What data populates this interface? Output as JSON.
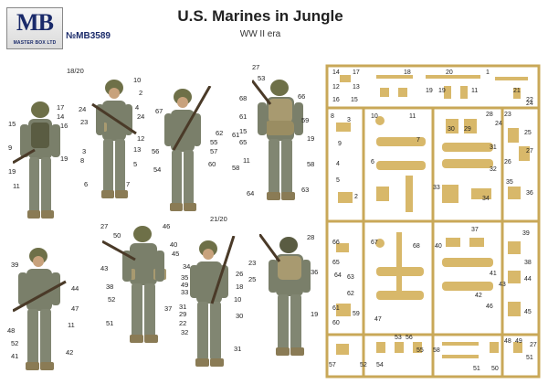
{
  "logo": {
    "mark": "MB",
    "brand": "MASTER BOX LTD"
  },
  "catalog_number": "№MB3589",
  "title": "U.S. Marines in Jungle",
  "subtitle": "WW II era",
  "figure_labels": {
    "fig1": [
      "15",
      "17",
      "14",
      "16",
      "9",
      "19",
      "11",
      "19"
    ],
    "fig2": [
      "18/20",
      "10",
      "2",
      "24",
      "23",
      "4",
      "24",
      "13",
      "12",
      "3",
      "8",
      "5",
      "7",
      "6"
    ],
    "fig3": [
      "67",
      "62",
      "55",
      "56",
      "57",
      "54",
      "60",
      "61",
      "58"
    ],
    "fig4": [
      "27",
      "53",
      "68",
      "61",
      "65",
      "66",
      "59",
      "64",
      "63",
      "11",
      "19",
      "58",
      "15"
    ],
    "fig5": [
      "39",
      "44",
      "47",
      "11",
      "48",
      "42",
      "52",
      "41"
    ],
    "fig6": [
      "27",
      "50",
      "46",
      "40",
      "43",
      "45",
      "38",
      "37",
      "22",
      "29",
      "52",
      "51",
      "49"
    ],
    "fig7": [
      "21/20",
      "34",
      "35",
      "33",
      "26",
      "30",
      "18",
      "31",
      "32",
      "10",
      "31"
    ],
    "fig8": [
      "28",
      "23",
      "25",
      "36",
      "19"
    ]
  },
  "sprue_labels": [
    "14",
    "17",
    "18",
    "20",
    "1",
    "21",
    "12",
    "13",
    "16",
    "15",
    "19",
    "19",
    "11",
    "22",
    "24",
    "8",
    "10",
    "11",
    "28",
    "23",
    "3",
    "30",
    "29",
    "24",
    "25",
    "9",
    "7",
    "26",
    "27",
    "4",
    "6",
    "31",
    "5",
    "32",
    "33",
    "34",
    "35",
    "36",
    "2",
    "66",
    "67",
    "37",
    "39",
    "65",
    "63",
    "40",
    "68",
    "38",
    "43",
    "42",
    "62",
    "64",
    "41",
    "44",
    "45",
    "61",
    "59",
    "46",
    "47",
    "60",
    "53",
    "56",
    "55",
    "57",
    "58",
    "48",
    "51",
    "49",
    "50",
    "51",
    "52",
    "54",
    "27"
  ]
}
